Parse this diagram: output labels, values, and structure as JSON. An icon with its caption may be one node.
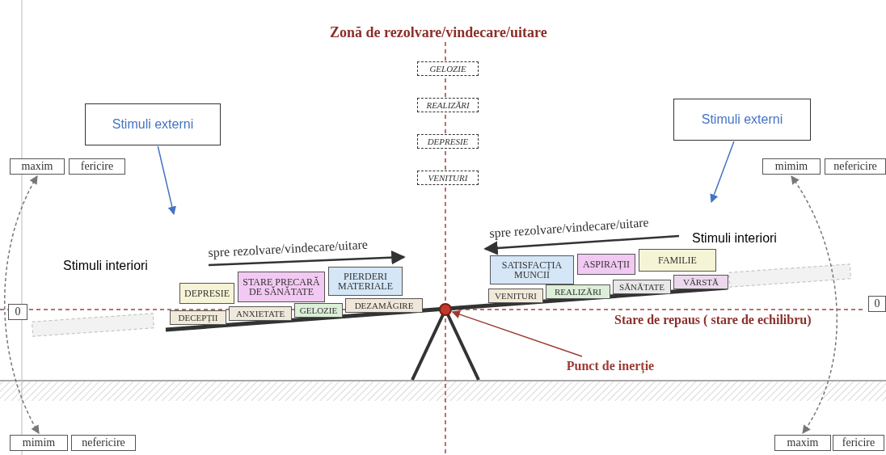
{
  "diagram": {
    "nodes": [
      {
        "text": [
          "Stimuli externi"
        ]
      },
      {
        "text": [
          "Stimuli externi"
        ]
      },
      {
        "text": [
          "maxim"
        ]
      },
      {
        "text": [
          "fericire"
        ]
      },
      {
        "text": [
          "mimim"
        ]
      },
      {
        "text": [
          "nefericire"
        ]
      },
      {
        "text": [
          "GELOZIE"
        ]
      },
      {
        "text": [
          "REALIZĂRI"
        ]
      },
      {
        "text": [
          "DEPRESIE"
        ]
      },
      {
        "text": [
          "VENITURI"
        ]
      },
      {
        "text": [
          "DEPRESIE"
        ]
      },
      {
        "text": [
          "STARE PRECARĂ DE SĂNĂTATE"
        ]
      },
      {
        "text": [
          "PIERDERI MATERIALE"
        ]
      },
      {
        "text": [
          "DECEPȚII"
        ]
      },
      {
        "text": [
          "ANXIETATE"
        ]
      },
      {
        "text": [
          "GELOZIE"
        ]
      },
      {
        "text": [
          "DEZAMĂGIRE"
        ]
      },
      {
        "text": [
          "SATISFACȚIA MUNCII"
        ]
      },
      {
        "text": [
          "ASPIRAȚII"
        ]
      },
      {
        "text": [
          "FAMILIE"
        ]
      },
      {
        "text": [
          "VENITURI"
        ]
      },
      {
        "text": [
          "REALIZĂRI"
        ]
      },
      {
        "text": [
          "SĂNĂTATE"
        ]
      },
      {
        "text": [
          "VÂRSTĂ"
        ]
      },
      {
        "text": [
          "0"
        ]
      },
      {
        "text": [
          "0"
        ]
      },
      {
        "text": [
          "mimim"
        ]
      },
      {
        "text": [
          "nefericire"
        ]
      },
      {
        "text": [
          "maxim"
        ]
      },
      {
        "text": [
          "fericire"
        ]
      },
      {
        "text": [
          "Punct de inerție"
        ]
      },
      {
        "text": [],
        "shape": "circle"
      }
    ],
    "edges": [
      {
        "from": 0,
        "to": null,
        "arrow": "to",
        "color": "#4472c4"
      },
      {
        "from": 1,
        "to": null,
        "arrow": "to",
        "color": "#4472c4"
      },
      {
        "from": 2,
        "to": 26,
        "arrow": "both",
        "style": "dashed",
        "color": "#777777"
      },
      {
        "from": 4,
        "to": 28,
        "arrow": "both",
        "style": "dashed",
        "color": "#777777"
      },
      {
        "from": 30,
        "to": 31,
        "arrow": "to",
        "color": "#9e3a33"
      }
    ],
    "labels": [
      "Zonă de rezolvare/vindecare/uitare",
      "spre rezolvare/vindecare/uitare",
      "Stimuli interiori",
      "spre rezolvare/vindecare/uitare",
      "Stimuli interiori",
      "Stare de repaus ( stare de echilibru)"
    ]
  }
}
